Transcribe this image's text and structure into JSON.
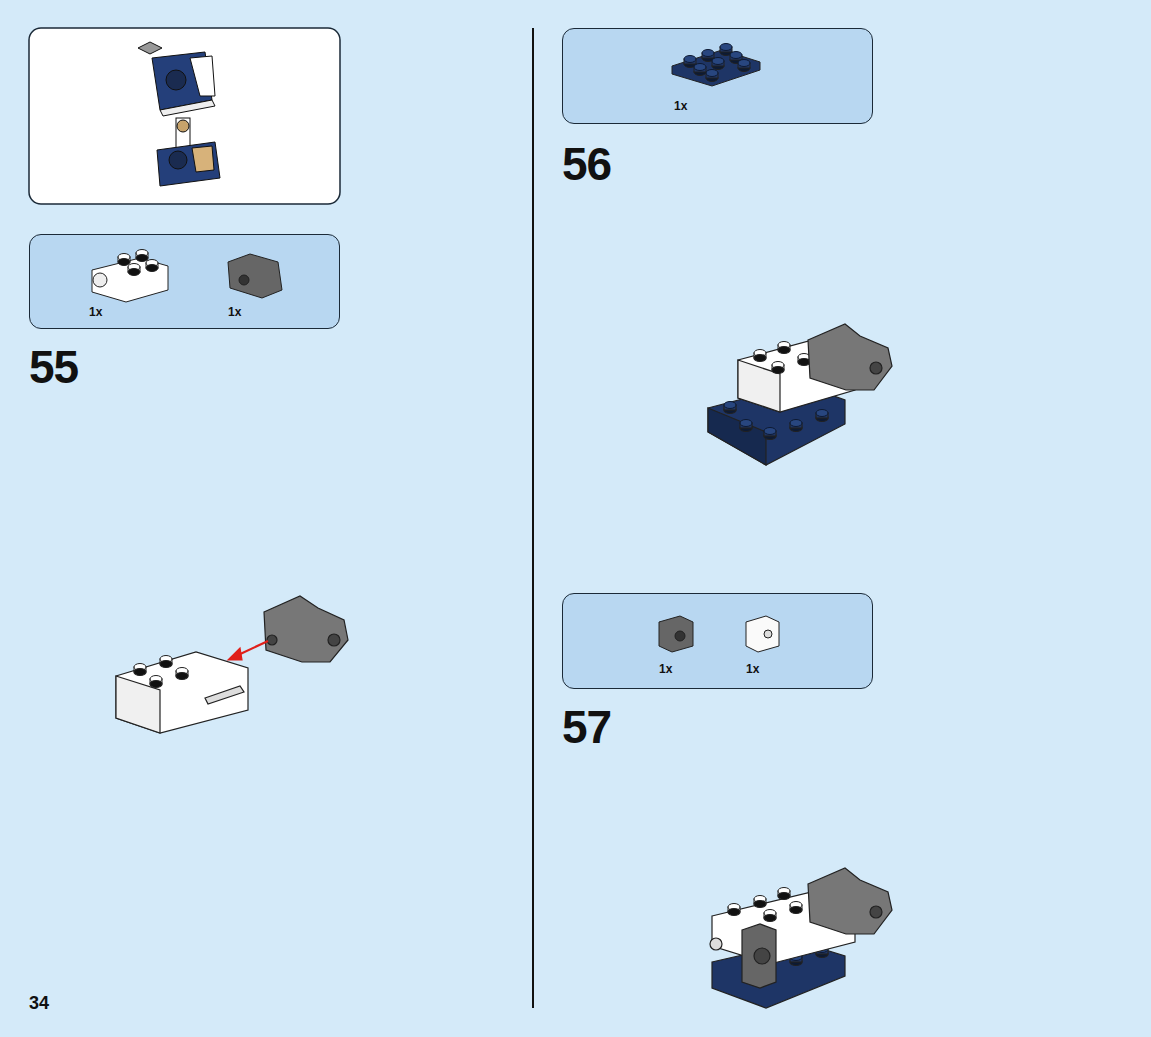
{
  "diagram": {
    "nodes": [
      {
        "text": [
          "1x",
          "1x"
        ]
      },
      {
        "text": [
          "1x"
        ]
      },
      {
        "text": [
          "1x",
          "1x"
        ]
      }
    ],
    "labels": [
      "55",
      "56",
      "57",
      "34"
    ]
  }
}
